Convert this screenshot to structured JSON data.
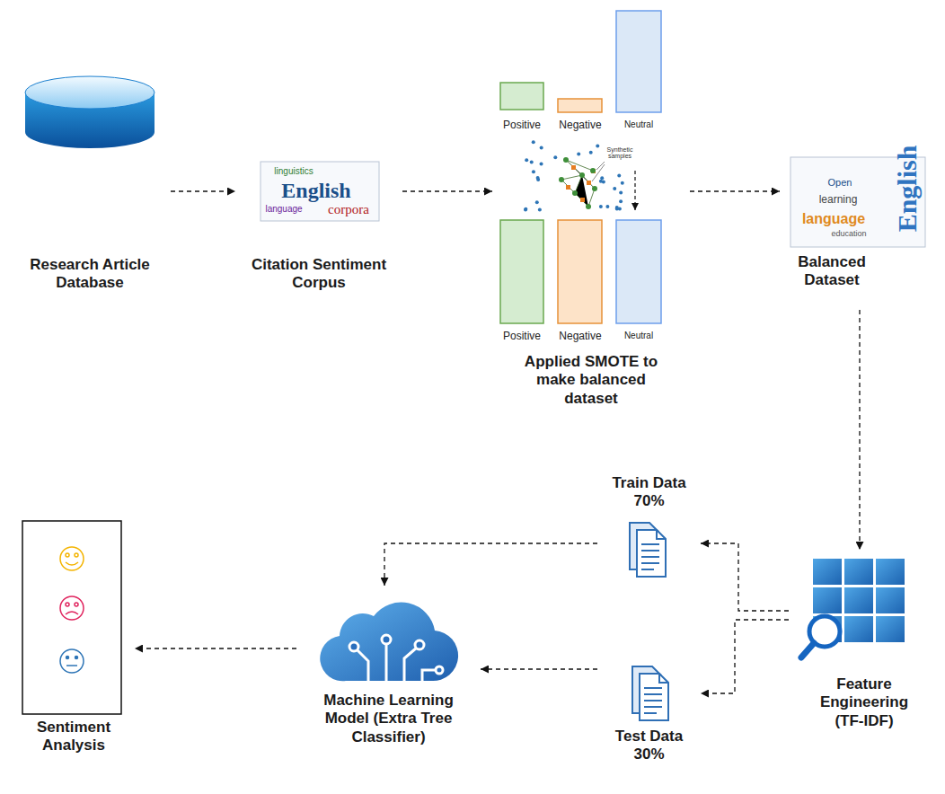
{
  "diagram": {
    "nodes": [
      {
        "text": [
          "Research Article Database"
        ]
      },
      {
        "text": [
          "Citation Sentiment Corpus"
        ]
      },
      {
        "text": [
          "Applied SMOTE to make balanced dataset"
        ]
      },
      {
        "text": [
          "Balanced Dataset"
        ]
      },
      {
        "text": [
          "Feature Engineering (TF-IDF)"
        ]
      },
      {
        "text": [
          "Train Data 70%"
        ]
      },
      {
        "text": [
          "Test Data 30%"
        ]
      },
      {
        "text": [
          "Machine Learning Model (Extra Tree Classifier)"
        ]
      },
      {
        "text": [
          "Sentiment Analysis"
        ]
      }
    ],
    "edges": [
      {
        "from": 0,
        "to": 1,
        "arrow": "to"
      },
      {
        "from": 1,
        "to": 2,
        "arrow": "to"
      },
      {
        "from": 2,
        "to": 3,
        "arrow": "to"
      },
      {
        "from": 3,
        "to": 4,
        "arrow": "to"
      },
      {
        "from": 4,
        "to": 5,
        "arrow": "to"
      },
      {
        "from": 4,
        "to": 6,
        "arrow": "to"
      },
      {
        "from": 5,
        "to": 7,
        "arrow": "to"
      },
      {
        "from": 6,
        "to": 7,
        "arrow": "to"
      },
      {
        "from": 7,
        "to": 8,
        "arrow": "to"
      }
    ],
    "labels": [
      "Positive",
      "Negative",
      "Neutral",
      "Synthetic samples",
      "Positive",
      "Negative",
      "Neutral",
      "English",
      "corpora",
      "linguistics",
      "language",
      "English",
      "language",
      "learning",
      "Open",
      "education"
    ]
  }
}
